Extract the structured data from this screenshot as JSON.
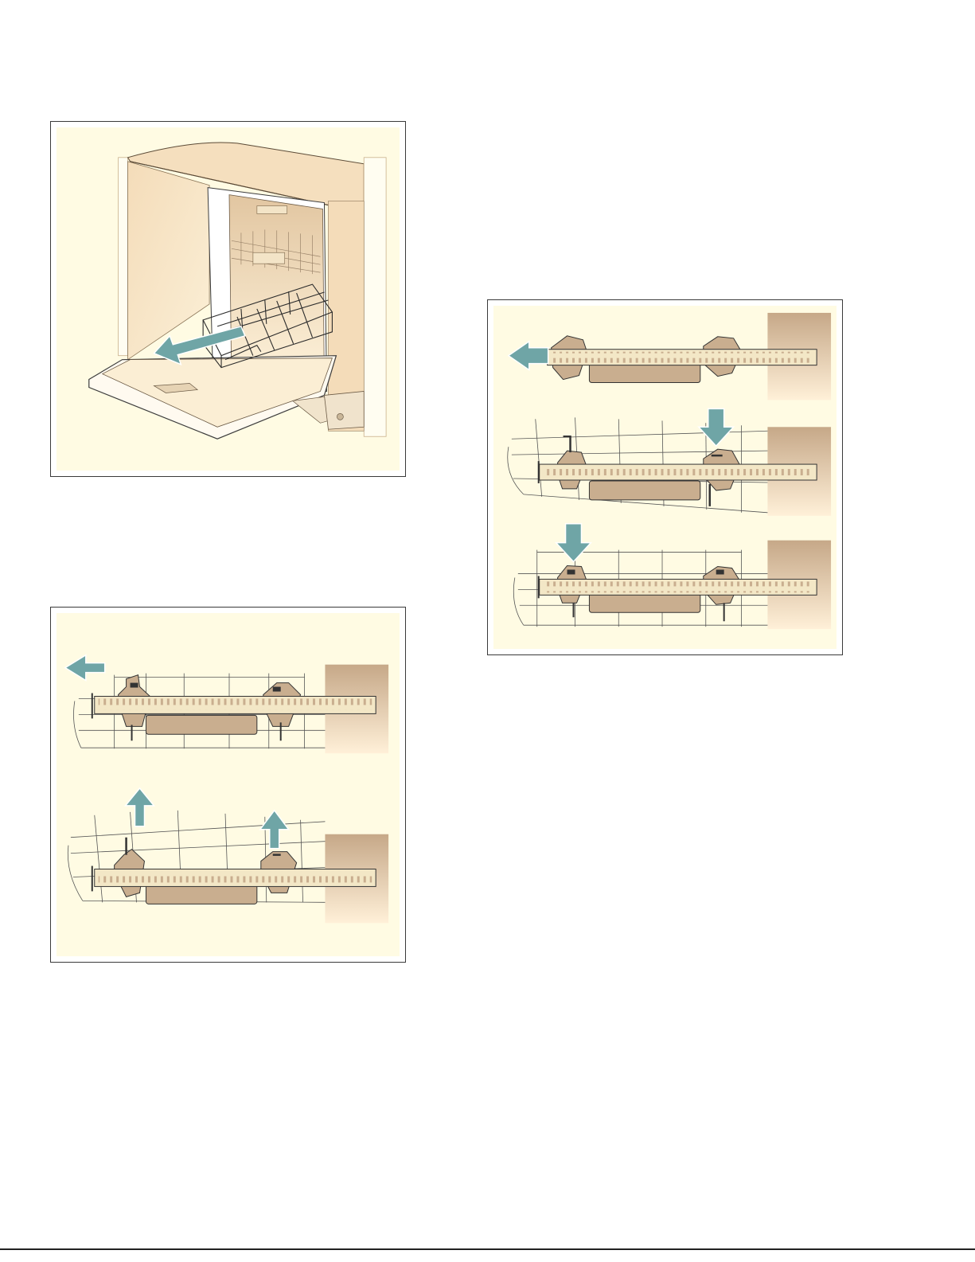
{
  "page": {
    "figures": [
      {
        "id": "fig1",
        "depicts": "dishwasher-rack-removal"
      },
      {
        "id": "fig2",
        "depicts": "rack-clip-release"
      },
      {
        "id": "fig3",
        "depicts": "rack-clip-engage"
      }
    ],
    "colors": {
      "frame": "#3a3a3a",
      "panel": "#fffbe3",
      "cabinet": "#f6e3c4",
      "arrow": "#6fa5a6",
      "rail": "#efe0bd",
      "roller": "#c9ae8f",
      "wall": "#c8ab8c"
    }
  }
}
